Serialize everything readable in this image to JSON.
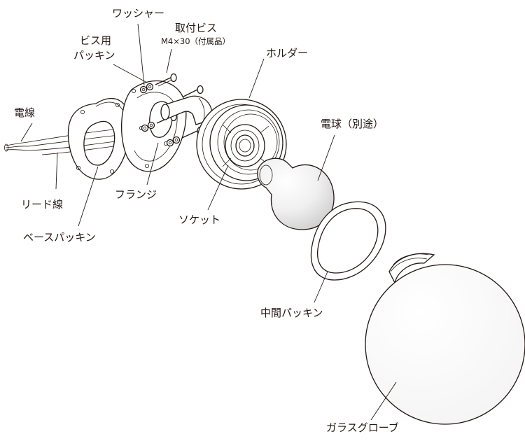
{
  "labels": {
    "washer": "ワッシャー",
    "screw": "取付ビス",
    "screw_spec": "M4×30（付属品）",
    "screw_packing_line1": "ビス用",
    "screw_packing_line2": "パッキン",
    "holder": "ホルダー",
    "electric_wire": "電線",
    "bulb": "電球（別途）",
    "lead_wire": "リード線",
    "flange": "フランジ",
    "socket": "ソケット",
    "base_packing": "ベースパッキン",
    "middle_packing": "中間パッキン",
    "glass_globe": "ガラスグローブ"
  },
  "colors": {
    "line": "#231815",
    "background": "#ffffff",
    "bulb_shade": "#d9d9d9",
    "part_fill": "#ffffff"
  }
}
